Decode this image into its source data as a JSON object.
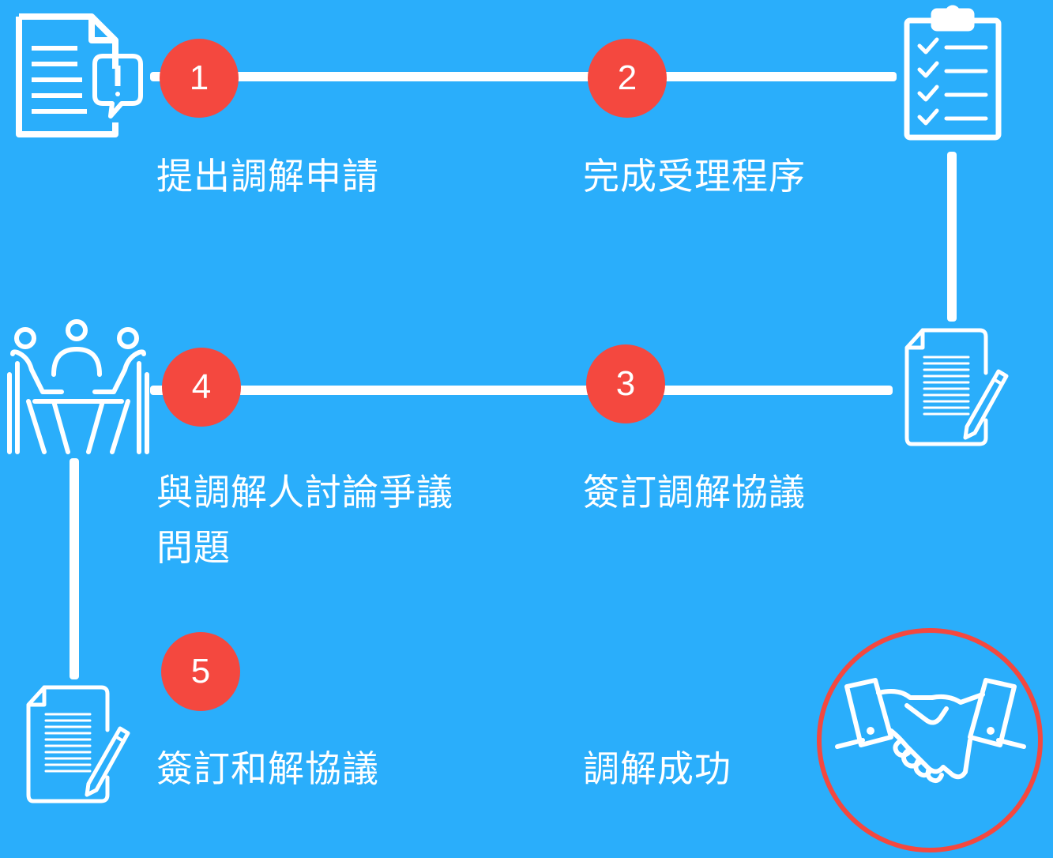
{
  "colors": {
    "background": "#2aaefb",
    "badge": "#f4483f",
    "line": "#ffffff",
    "success_ring": "#f4483f"
  },
  "steps": [
    {
      "number": "1",
      "label": "提出調解申請",
      "icon": "document-alert-icon"
    },
    {
      "number": "2",
      "label": "完成受理程序",
      "icon": "clipboard-checklist-icon"
    },
    {
      "number": "3",
      "label": "簽訂調解協議",
      "icon": "sign-document-icon"
    },
    {
      "number": "4",
      "label": "與調解人討論爭議問題",
      "icon": "meeting-table-icon"
    },
    {
      "number": "5",
      "label": "簽訂和解協議",
      "icon": "sign-document-icon"
    }
  ],
  "outcome": {
    "label": "調解成功",
    "icon": "handshake-icon"
  }
}
